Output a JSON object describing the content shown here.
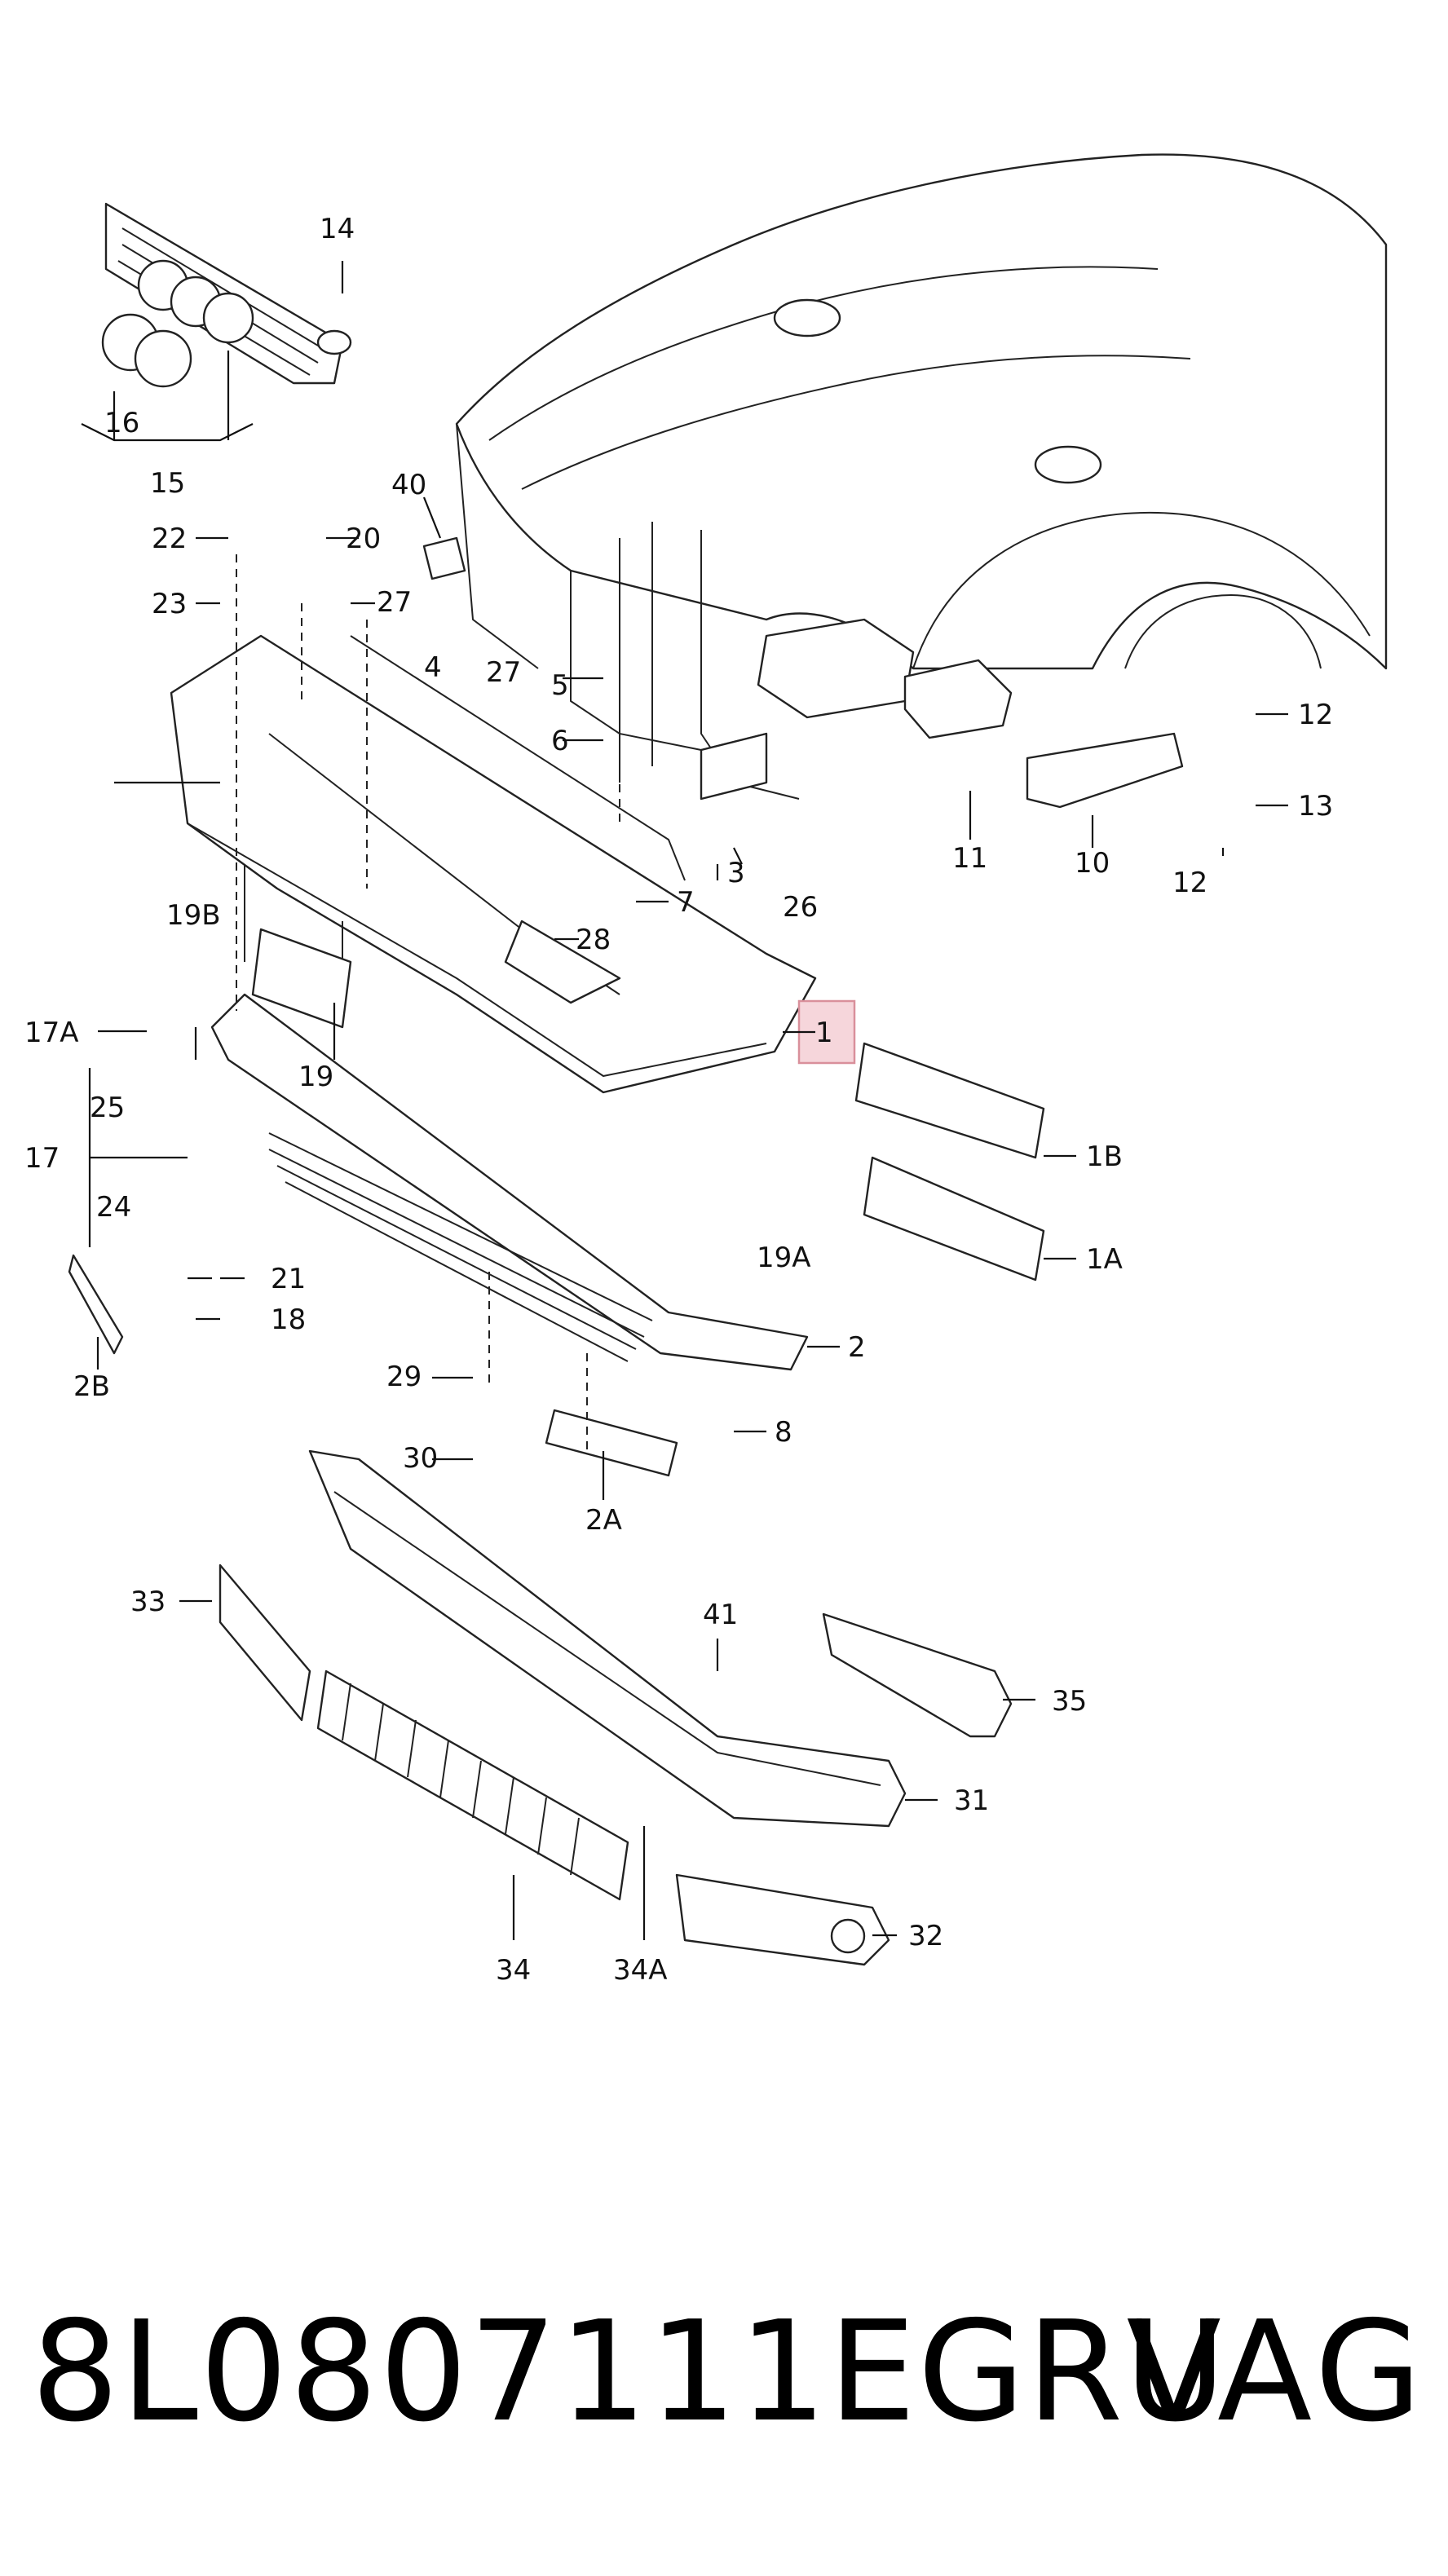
{
  "caption": {
    "part_number": "8L0807111EGRU",
    "brand": "VAG"
  },
  "callouts": {
    "c1": "1",
    "c1A": "1A",
    "c1B": "1B",
    "c2": "2",
    "c2A": "2A",
    "c2B": "2B",
    "c3": "3",
    "c4": "4",
    "c5": "5",
    "c6": "6",
    "c7": "7",
    "c8": "8",
    "c10": "10",
    "c11": "11",
    "c12a": "12",
    "c12b": "12",
    "c13": "13",
    "c14": "14",
    "c15": "15",
    "c16": "16",
    "c17": "17",
    "c17A": "17A",
    "c18": "18",
    "c19": "19",
    "c19A": "19A",
    "c19B": "19B",
    "c20": "20",
    "c21": "21",
    "c22": "22",
    "c23": "23",
    "c24": "24",
    "c25": "25",
    "c26": "26",
    "c27a": "27",
    "c27b": "27",
    "c28": "28",
    "c29": "29",
    "c30": "30",
    "c31": "31",
    "c32": "32",
    "c33": "33",
    "c34": "34",
    "c34A": "34A",
    "c35": "35",
    "c40": "40",
    "c41": "41"
  },
  "highlight": {
    "color": "#f6d6db",
    "border": "#d9909b"
  }
}
